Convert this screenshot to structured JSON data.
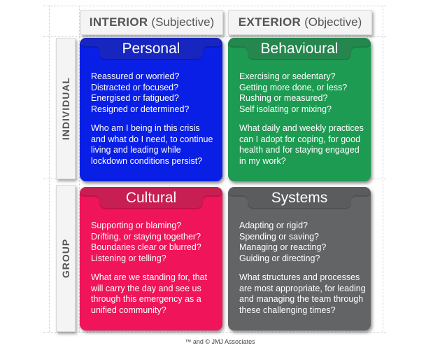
{
  "columns": [
    {
      "bold": "INTERIOR",
      "sub": "(Subjective)"
    },
    {
      "bold": "EXTERIOR",
      "sub": "(Objective)"
    }
  ],
  "rows": [
    {
      "label": "INDIVIDUAL"
    },
    {
      "label": "GROUP"
    }
  ],
  "quadrants": [
    {
      "title": "Personal",
      "color": "#0a1fe6",
      "tab_color": "#0a1fe6",
      "questions": [
        "Reassured or worried?",
        "Distracted or focused?",
        "Energised or fatigued?",
        "Resigned or determined?"
      ],
      "reflection": [
        "Who am I being in this crisis",
        "and what do I need, to continue",
        "living and leading while",
        "lockdown conditions persist?"
      ]
    },
    {
      "title": "Behavioural",
      "color": "#1e9b52",
      "tab_color": "#1e9b52",
      "questions": [
        "Exercising or sedentary?",
        "Getting more done, or less?",
        "Rushing or measured?",
        "Self isolating or mixing?"
      ],
      "reflection": [
        "What daily and weekly practices",
        "can I adopt for coping, for good",
        "health and for staying engaged",
        "in my work?"
      ]
    },
    {
      "title": "Cultural",
      "color": "#f0145a",
      "tab_color": "#f0145a",
      "questions": [
        "Supporting or blaming?",
        "Drifting, or staying together?",
        "Boundaries clear or blurred?",
        "Listening or telling?"
      ],
      "reflection": [
        "What are we standing for, that",
        "will carry the day and see us",
        "through this emergency as a",
        "unified community?"
      ]
    },
    {
      "title": "Systems",
      "color": "#636466",
      "tab_color": "#636466",
      "questions": [
        "Adapting or rigid?",
        "Spending or saving?",
        "Managing or reacting?",
        "Guiding or directing?"
      ],
      "reflection": [
        "What structures and processes",
        "are most appropriate, for leading",
        "and managing the team through",
        "these challenging times?"
      ]
    }
  ],
  "footer": "™ and © JMJ Associates"
}
